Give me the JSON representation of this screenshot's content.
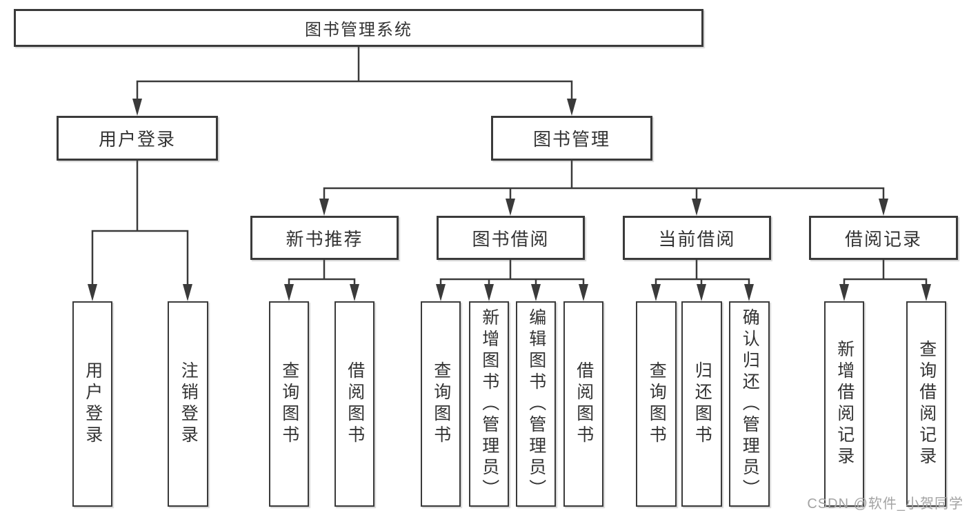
{
  "tree": {
    "label": "图书管理系统",
    "children": [
      {
        "label": "用户登录",
        "children": [
          {
            "label": "用户登录"
          },
          {
            "label": "注销登录"
          }
        ]
      },
      {
        "label": "图书管理",
        "children": [
          {
            "label": "新书推荐",
            "children": [
              {
                "label": "查询图书"
              },
              {
                "label": "借阅图书"
              }
            ]
          },
          {
            "label": "图书借阅",
            "children": [
              {
                "label": "查询图书"
              },
              {
                "label": "新增图书（管理员）"
              },
              {
                "label": "编辑图书（管理员）"
              },
              {
                "label": "借阅图书"
              }
            ]
          },
          {
            "label": "当前借阅",
            "children": [
              {
                "label": "查询图书"
              },
              {
                "label": "归还图书"
              },
              {
                "label": "确认归还（管理员）"
              }
            ]
          },
          {
            "label": "借阅记录",
            "children": [
              {
                "label": "新增借阅记录"
              },
              {
                "label": "查询借阅记录"
              }
            ]
          }
        ]
      }
    ]
  },
  "watermark": {
    "text": "CSDN @软件_小贺同学"
  },
  "colors": {
    "line": "#3a3a3a",
    "box_border": "#3a3a3a",
    "label_text": "#333333",
    "watermark_text": "#a3a3a3",
    "background": "#ffffff"
  }
}
